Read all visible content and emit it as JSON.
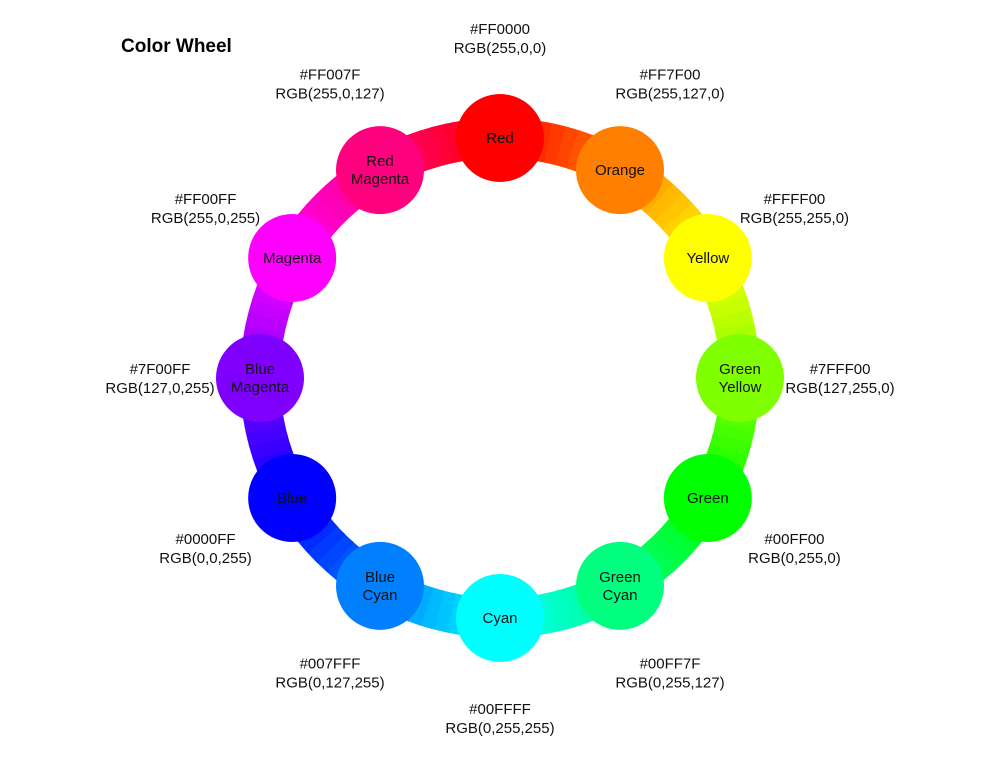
{
  "title": "Color Wheel",
  "colors": [
    {
      "name": [
        "Red"
      ],
      "hex": "#FF0000",
      "rgb": "RGB(255,0,0)",
      "fill": "#FF0000"
    },
    {
      "name": [
        "Orange"
      ],
      "hex": "#FF7F00",
      "rgb": "RGB(255,127,0)",
      "fill": "#FF7F00"
    },
    {
      "name": [
        "Yellow"
      ],
      "hex": "#FFFF00",
      "rgb": "RGB(255,255,0)",
      "fill": "#FFFF00"
    },
    {
      "name": [
        "Green",
        "Yellow"
      ],
      "hex": "#7FFF00",
      "rgb": "RGB(127,255,0)",
      "fill": "#7FFF00"
    },
    {
      "name": [
        "Green"
      ],
      "hex": "#00FF00",
      "rgb": "RGB(0,255,0)",
      "fill": "#00FF00"
    },
    {
      "name": [
        "Green",
        "Cyan"
      ],
      "hex": "#00FF7F",
      "rgb": "RGB(0,255,127)",
      "fill": "#00FF7F"
    },
    {
      "name": [
        "Cyan"
      ],
      "hex": "#00FFFF",
      "rgb": "RGB(0,255,255)",
      "fill": "#00FFFF"
    },
    {
      "name": [
        "Blue",
        "Cyan"
      ],
      "hex": "#007FFF",
      "rgb": "RGB(0,127,255)",
      "fill": "#007FFF"
    },
    {
      "name": [
        "Blue"
      ],
      "hex": "#0000FF",
      "rgb": "RGB(0,0,255)",
      "fill": "#0000FF"
    },
    {
      "name": [
        "Blue",
        "Magenta"
      ],
      "hex": "#7F00FF",
      "rgb": "RGB(127,0,255)",
      "fill": "#7F00FF"
    },
    {
      "name": [
        "Magenta"
      ],
      "hex": "#FF00FF",
      "rgb": "RGB(255,0,255)",
      "fill": "#FF00FF"
    },
    {
      "name": [
        "Red",
        "Magenta"
      ],
      "hex": "#FF007F",
      "rgb": "RGB(255,0,127)",
      "fill": "#FF007F"
    }
  ]
}
